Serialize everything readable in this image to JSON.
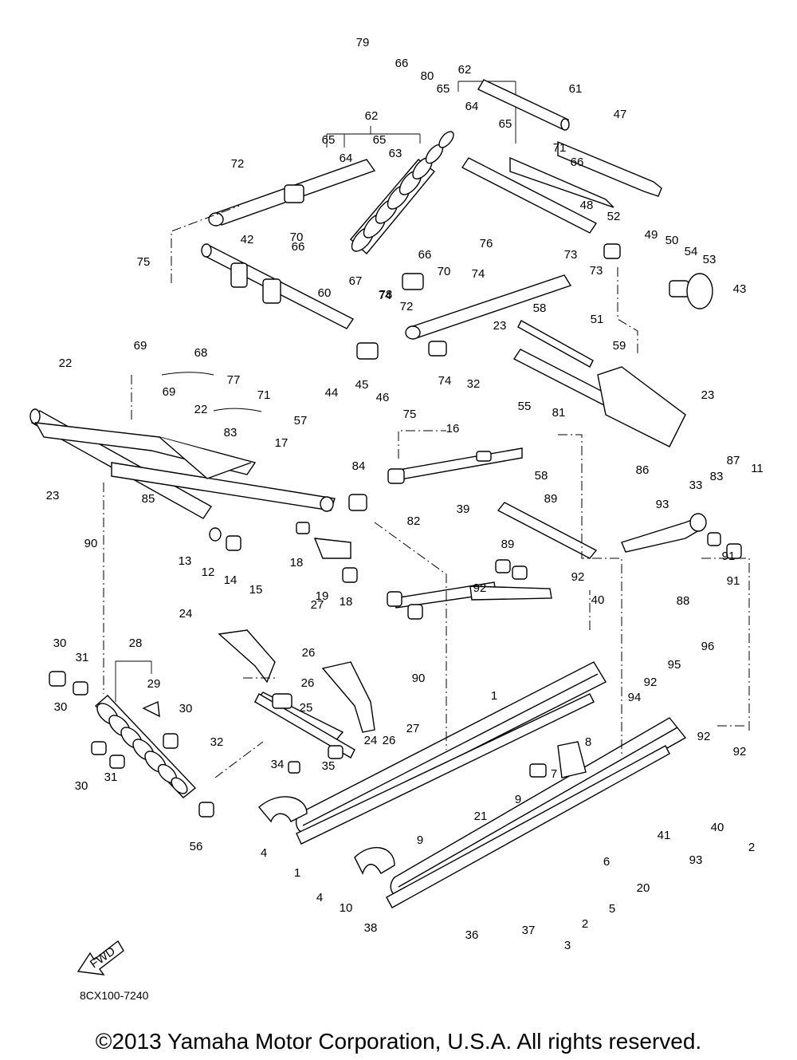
{
  "diagram_code": "8CX100-7240",
  "fwd_label": "FWD",
  "copyright": "©2013 Yamaha Motor Corporation, U.S.A. All rights reserved.",
  "callouts": [
    "79",
    "66",
    "80",
    "62",
    "65",
    "64",
    "61",
    "47",
    "65",
    "71",
    "62",
    "65",
    "64",
    "65",
    "63",
    "66",
    "72",
    "70",
    "66",
    "48",
    "52",
    "49",
    "50",
    "54",
    "53",
    "42",
    "66",
    "70",
    "76",
    "73",
    "75",
    "67",
    "78",
    "74",
    "73",
    "72",
    "74",
    "51",
    "43",
    "60",
    "58",
    "23",
    "69",
    "68",
    "77",
    "44",
    "45",
    "46",
    "75",
    "74",
    "32",
    "22",
    "69",
    "71",
    "57",
    "55",
    "59",
    "23",
    "22",
    "83",
    "81",
    "16",
    "17",
    "84",
    "58",
    "86",
    "87",
    "11",
    "23",
    "85",
    "83",
    "33",
    "90",
    "82",
    "93",
    "39",
    "89",
    "13",
    "12",
    "14",
    "15",
    "18",
    "19",
    "18",
    "91",
    "92",
    "89",
    "88",
    "91",
    "24",
    "92",
    "40",
    "27",
    "96",
    "30",
    "28",
    "26",
    "90",
    "31",
    "29",
    "95",
    "92",
    "26",
    "25",
    "27",
    "94",
    "1",
    "30",
    "8",
    "32",
    "26",
    "24",
    "7",
    "34",
    "35",
    "92",
    "92",
    "30",
    "31",
    "9",
    "21",
    "4",
    "30",
    "56",
    "40",
    "41",
    "93",
    "2",
    "1",
    "9",
    "6",
    "4",
    "10",
    "20",
    "5",
    "38",
    "37",
    "2",
    "36",
    "3"
  ]
}
